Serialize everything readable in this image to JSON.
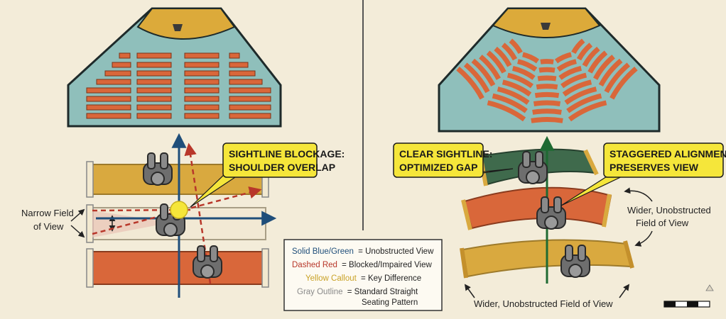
{
  "left": {
    "callout": {
      "line1": "SIGHTLINE BLOCKAGE:",
      "line2": "SHOULDER OVERLAP"
    },
    "side_note": {
      "line1": "Narrow Field",
      "line2": "of View"
    }
  },
  "right": {
    "callout_clear": {
      "line1": "CLEAR SIGHTLINE:",
      "line2": "OPTIMIZED GAP"
    },
    "callout_staggered": {
      "line1": "STAGGERED ALIGNMENT",
      "line2": "PRESERVES VIEW"
    },
    "side_note": {
      "line1": "Wider, Unobstructed",
      "line2": "Field of View"
    },
    "bottom_note": "Wider, Unobstructed Field of View"
  },
  "legend": [
    {
      "key": "Solid Blue/Green",
      "desc": "= Unobstructed View",
      "color": "#1f4e7a"
    },
    {
      "key": "Dashed Red",
      "desc": "= Blocked/Impaired View",
      "color": "#b8372a"
    },
    {
      "key": "Yellow Callout",
      "desc": "= Key Difference",
      "color": "#c9a227"
    },
    {
      "key": "Gray Outline",
      "desc": "= Standard Straight",
      "desc2": "Seating Pattern",
      "color": "#8a8a8a"
    }
  ],
  "colors": {
    "background": "#f3ecd9",
    "hall_fill": "#8fbfbb",
    "seat_orange": "#d9673a",
    "bench_yellow": "#d9a93f",
    "bench_green": "#3f6a4c",
    "sight_blue": "#1f4e7a",
    "sight_green": "#1f6a32",
    "blocked_red": "#b8372a",
    "callout_yellow": "#f5e63a"
  }
}
